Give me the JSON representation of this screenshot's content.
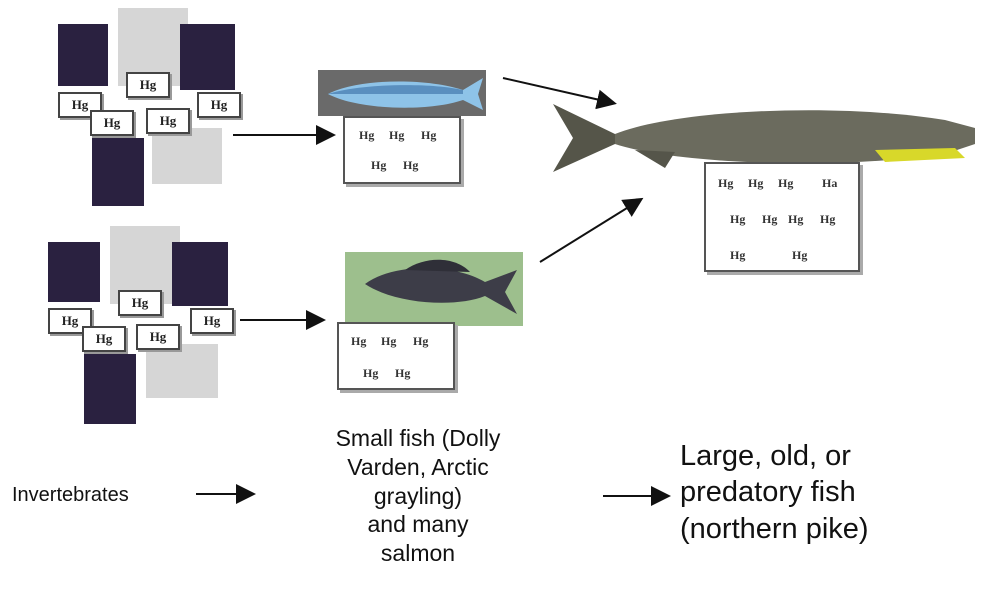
{
  "mercury_label": "Hg",
  "labels": {
    "invertebrates": "Invertebrates",
    "small_fish": [
      "Small fish (Dolly",
      "Varden, Arctic",
      "grayling)",
      "and many",
      "salmon"
    ],
    "large_fish": [
      "Large, old, or",
      "predatory fish",
      "(northern pike)"
    ]
  },
  "pike_box_cells": [
    "Hg",
    "Hg",
    "Hg",
    "Ha",
    "Hg",
    "Hg",
    "Hg",
    "Hg",
    "Hg",
    "Hg"
  ],
  "small_fish_box_cells": [
    "Hg",
    "Hg",
    "Hg",
    "Hg",
    "Hg"
  ],
  "colors": {
    "plankton": "#2a2140",
    "insect_bg": "#d6d6d6",
    "salmon_bg": "#6a6a6a",
    "grayling_bg": "#9dbf8d",
    "arrow": "#111111",
    "pike_body": "#6b6b5e"
  }
}
